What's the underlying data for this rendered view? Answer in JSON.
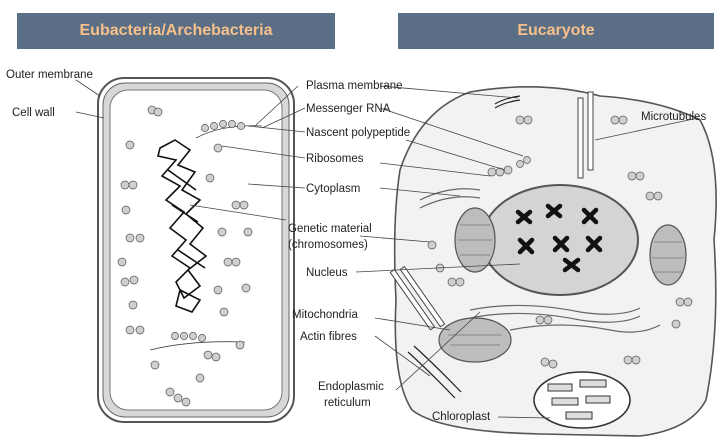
{
  "headers": {
    "left": "Eubacteria/Archebacteria",
    "right": "Eucaryote"
  },
  "labels": {
    "outer_membrane": "Outer membrane",
    "cell_wall": "Cell wall",
    "plasma_membrane": "Plasma membrane",
    "messenger_rna": "Messenger RNA",
    "nascent_polypeptide": "Nascent polypeptide",
    "ribosomes": "Ribosomes",
    "cytoplasm": "Cytoplasm",
    "genetic_material_1": "Genetic material",
    "genetic_material_2": "(chromosomes)",
    "nucleus": "Nucleus",
    "mitochondria": "Mitochondria",
    "actin_fibres": "Actin fibres",
    "er_1": "Endoplasmic",
    "er_2": "reticulum",
    "chloroplast": "Chloroplast",
    "microtubules": "Microtubules"
  }
}
